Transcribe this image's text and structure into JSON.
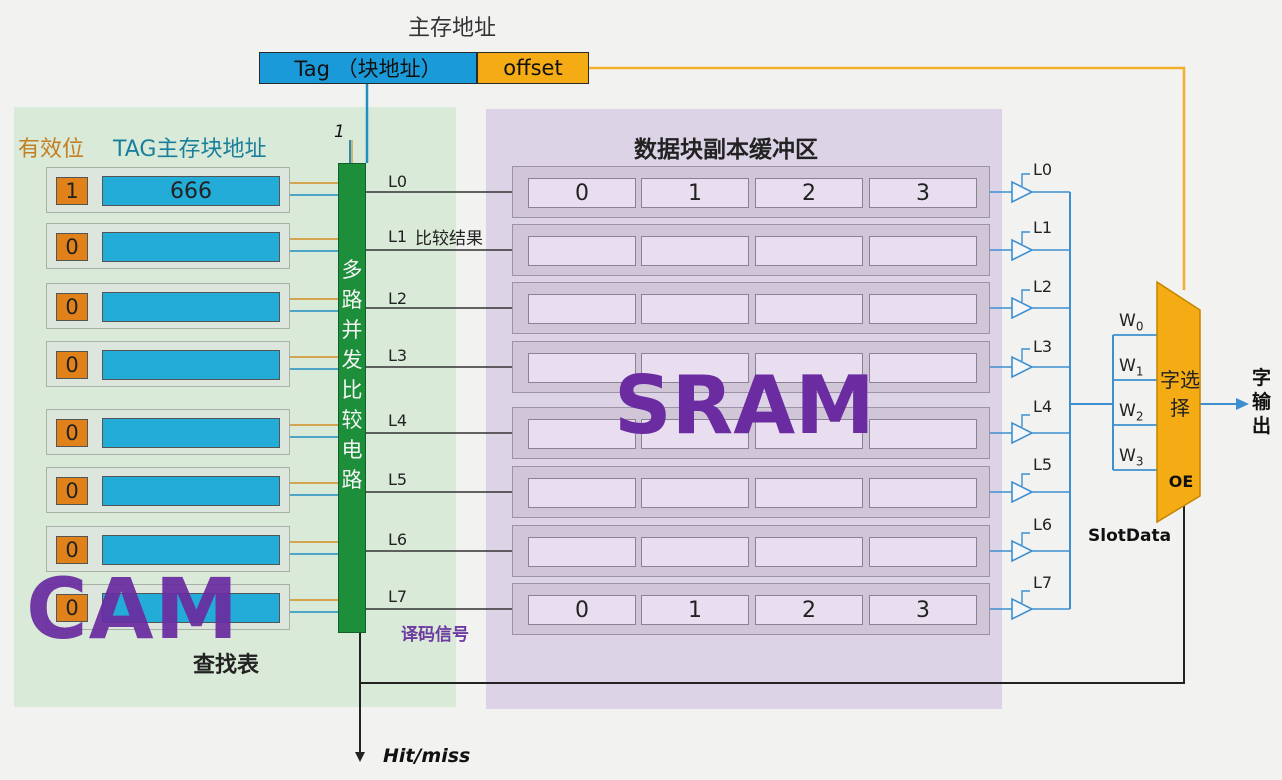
{
  "main_address": {
    "title": "主存地址",
    "tag_label": "Tag （块地址）",
    "offset_label": "offset"
  },
  "cam": {
    "valid_header": "有效位",
    "tag_header": "TAG主存块地址",
    "title": "CAM",
    "subtitle": "查找表",
    "rows": [
      {
        "valid": "1",
        "tag": "666"
      },
      {
        "valid": "0",
        "tag": ""
      },
      {
        "valid": "0",
        "tag": ""
      },
      {
        "valid": "0",
        "tag": ""
      },
      {
        "valid": "0",
        "tag": ""
      },
      {
        "valid": "0",
        "tag": ""
      },
      {
        "valid": "0",
        "tag": ""
      },
      {
        "valid": "0",
        "tag": ""
      }
    ]
  },
  "comparator": {
    "label": "多路并发比较电路",
    "input_label": "1",
    "result_label": "比较结果",
    "decode_label": "译码信号",
    "lines": [
      "L0",
      "L1",
      "L2",
      "L3",
      "L4",
      "L5",
      "L6",
      "L7"
    ]
  },
  "sram": {
    "title": "SRAM",
    "buffer_title": "数据块副本缓冲区",
    "rows": [
      [
        "0",
        "1",
        "2",
        "3"
      ],
      [
        "",
        "",
        "",
        ""
      ],
      [
        "",
        "",
        "",
        ""
      ],
      [
        "",
        "",
        "",
        ""
      ],
      [
        "",
        "",
        "",
        ""
      ],
      [
        "",
        "",
        "",
        ""
      ],
      [
        "",
        "",
        "",
        ""
      ],
      [
        "0",
        "1",
        "2",
        "3"
      ]
    ]
  },
  "selector": {
    "label": "字选择",
    "oe_label": "OE",
    "slot_label": "SlotData",
    "output_label": "字输出",
    "words": [
      "W0",
      "W1",
      "W2",
      "W3"
    ],
    "outputs": [
      "L0",
      "L1",
      "L2",
      "L3",
      "L4",
      "L5",
      "L6",
      "L7"
    ]
  },
  "hit_label": "Hit/miss",
  "colors": {
    "tag_blue": "#1a9ad8",
    "offset_orange": "#f5ac14",
    "valid_orange": "#e0811a",
    "comparator_green": "#1d8f3a",
    "panel_green": "#d9ead8",
    "panel_purple": "#ddd3e6",
    "title_purple": "#6a2ca0"
  }
}
